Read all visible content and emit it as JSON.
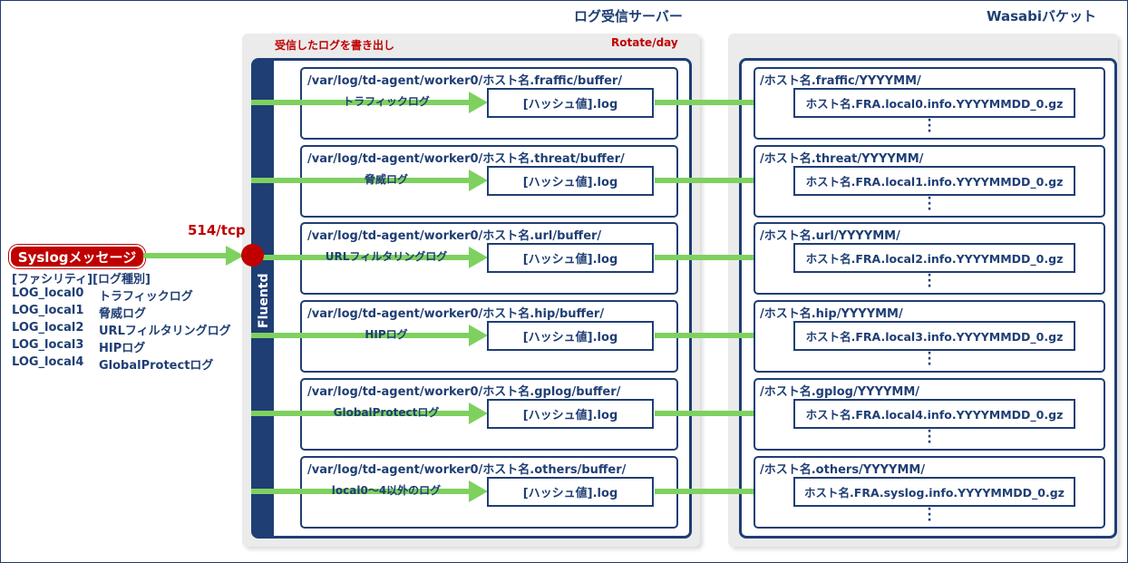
{
  "titles": {
    "server": "ログ受信サーバー",
    "bucket": "Wasabiバケット"
  },
  "labels": {
    "write_out": "受信したログを書き出し",
    "rotate": "Rotate/day",
    "port": "514/tcp",
    "fluentd": "Fluentd",
    "syslog": "Syslogメッセージ",
    "hash_file": "[ハッシュ値].log",
    "legend_header": "[ファシリティ][ログ種別]"
  },
  "legend": [
    {
      "facility": "LOG_local0",
      "type": "トラフィックログ"
    },
    {
      "facility": "LOG_local1",
      "type": "脅威ログ"
    },
    {
      "facility": "LOG_local2",
      "type": "URLフィルタリングログ"
    },
    {
      "facility": "LOG_local3",
      "type": "HIPログ"
    },
    {
      "facility": "LOG_local4",
      "type": "GlobalProtectログ"
    }
  ],
  "rows": [
    {
      "path": "/var/log/td-agent/worker0/ホスト名.fraffic/buffer/",
      "log_type": "トラフィックログ",
      "bucket_path": "/ホスト名.fraffic/YYYYMM/",
      "gz": "ホスト名.FRA.local0.info.YYYYMMDD_0.gz"
    },
    {
      "path": "/var/log/td-agent/worker0/ホスト名.threat/buffer/",
      "log_type": "脅威ログ",
      "bucket_path": "/ホスト名.threat/YYYYMM/",
      "gz": "ホスト名.FRA.local1.info.YYYYMMDD_0.gz"
    },
    {
      "path": "/var/log/td-agent/worker0/ホスト名.url/buffer/",
      "log_type": "URLフィルタリングログ",
      "bucket_path": "/ホスト名.url/YYYYMM/",
      "gz": "ホスト名.FRA.local2.info.YYYYMMDD_0.gz"
    },
    {
      "path": "/var/log/td-agent/worker0/ホスト名.hip/buffer/",
      "log_type": "HIPログ",
      "bucket_path": "/ホスト名.hip/YYYYMM/",
      "gz": "ホスト名.FRA.local3.info.YYYYMMDD_0.gz"
    },
    {
      "path": "/var/log/td-agent/worker0/ホスト名.gplog/buffer/",
      "log_type": "GlobalProtectログ",
      "bucket_path": "/ホスト名.gplog/YYYYMM/",
      "gz": "ホスト名.FRA.local4.info.YYYYMMDD_0.gz"
    },
    {
      "path": "/var/log/td-agent/worker0/ホスト名.others/buffer/",
      "log_type": "local0～4以外のログ",
      "bucket_path": "/ホスト名.others/YYYYMM/",
      "gz": "ホスト名.FRA.syslog.info.YYYYMMDD_0.gz"
    }
  ],
  "colors": {
    "navy": "#1f3e74",
    "red": "#c00000",
    "arrow_green": "#7ed15f",
    "panel_gray": "#ebebeb"
  }
}
